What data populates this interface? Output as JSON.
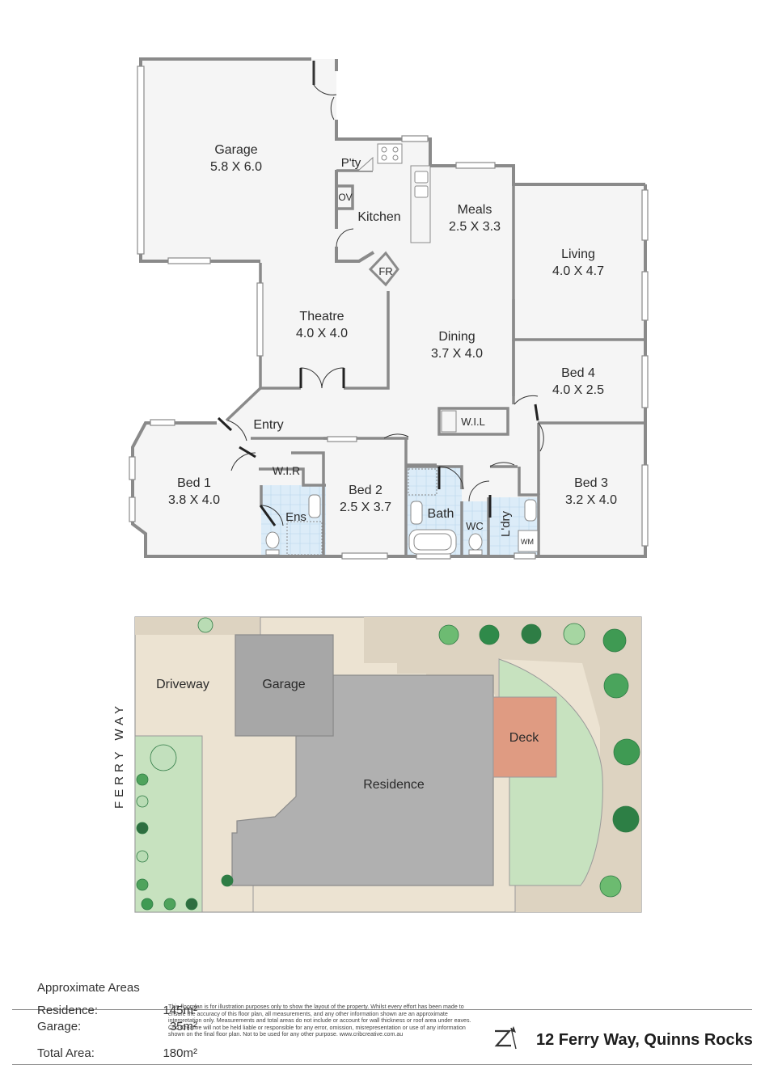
{
  "floorplan": {
    "rooms": [
      {
        "name": "Garage",
        "size": "5.8 X 6.0"
      },
      {
        "name": "P'ty",
        "size": ""
      },
      {
        "name": "OV",
        "size": ""
      },
      {
        "name": "Kitchen",
        "size": ""
      },
      {
        "name": "Meals",
        "size": "2.5 X 3.3"
      },
      {
        "name": "Living",
        "size": "4.0 X 4.7"
      },
      {
        "name": "FR",
        "size": ""
      },
      {
        "name": "Theatre",
        "size": "4.0 X 4.0"
      },
      {
        "name": "Dining",
        "size": "3.7 X 4.0"
      },
      {
        "name": "Bed 4",
        "size": "4.0 X 2.5"
      },
      {
        "name": "Entry",
        "size": ""
      },
      {
        "name": "W.I.L",
        "size": ""
      },
      {
        "name": "W.I.R",
        "size": ""
      },
      {
        "name": "Bed 1",
        "size": "3.8 X 4.0"
      },
      {
        "name": "Ens",
        "size": ""
      },
      {
        "name": "Bed 2",
        "size": "2.5 X 3.7"
      },
      {
        "name": "Bath",
        "size": ""
      },
      {
        "name": "WC",
        "size": ""
      },
      {
        "name": "L'dry",
        "size": ""
      },
      {
        "name": "WM",
        "size": ""
      },
      {
        "name": "Bed 3",
        "size": "3.2 X 4.0"
      }
    ]
  },
  "siteplan": {
    "street": "FERRY WAY",
    "labels": [
      "Driveway",
      "Garage",
      "Residence",
      "Deck"
    ]
  },
  "areas": {
    "title": "Approximate Areas",
    "residence_label": "Residence:",
    "residence_value": "145m²",
    "garage_label": "Garage:",
    "garage_value": "35m²",
    "total_label": "Total Area:",
    "total_value": "180m²"
  },
  "disclaimer": "This floorplan is for illustration purposes only to show the layout of the property. Whilst every effort has been made to ensure the accuracy of this floor plan, all measurements, and any other information shown are an approximate interpretation only. Measurements and total areas do not include or account for wall thickness or roof area under eaves. Crib Creative will not be held liable or responsible for any error, omission, misrepresentation or use of any information shown on the final floor plan. Not to be used for any other purpose. www.cribcreative.com.au",
  "address": "12 Ferry Way, Quinns Rocks",
  "colors": {
    "wall": "#8a8a8a",
    "floor": "#f4f4f4",
    "tile": "#dceefa",
    "sand": "#ede4d3",
    "lawn": "#c7e2bf",
    "building": "#b0b0b0",
    "garage_block": "#a5a5a5",
    "deck": "#df9b82",
    "tree": "#2f7b45"
  }
}
